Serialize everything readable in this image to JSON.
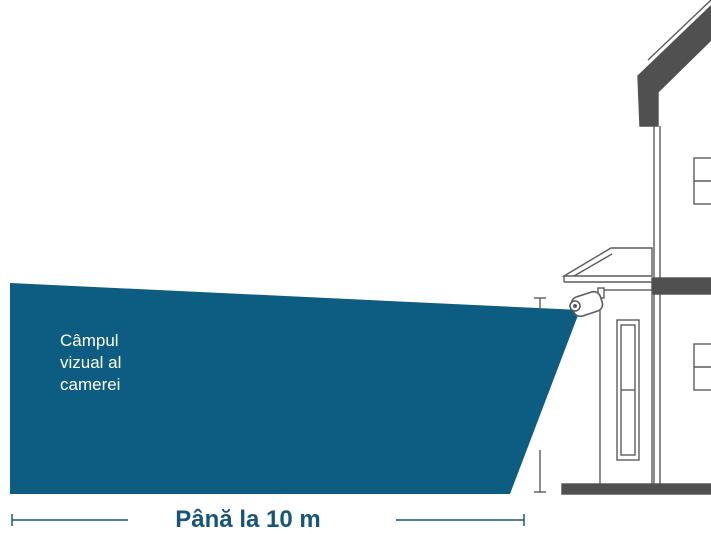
{
  "fov_label": {
    "line1": "Câmpul",
    "line2": "vizual al",
    "line3": "camerei"
  },
  "distance_label": "Până la 10 m",
  "colors": {
    "fov_fill": "#0d5c82",
    "distance_text": "#15567a",
    "house_outline": "#5c5c5c",
    "roof_band": "#505050"
  }
}
